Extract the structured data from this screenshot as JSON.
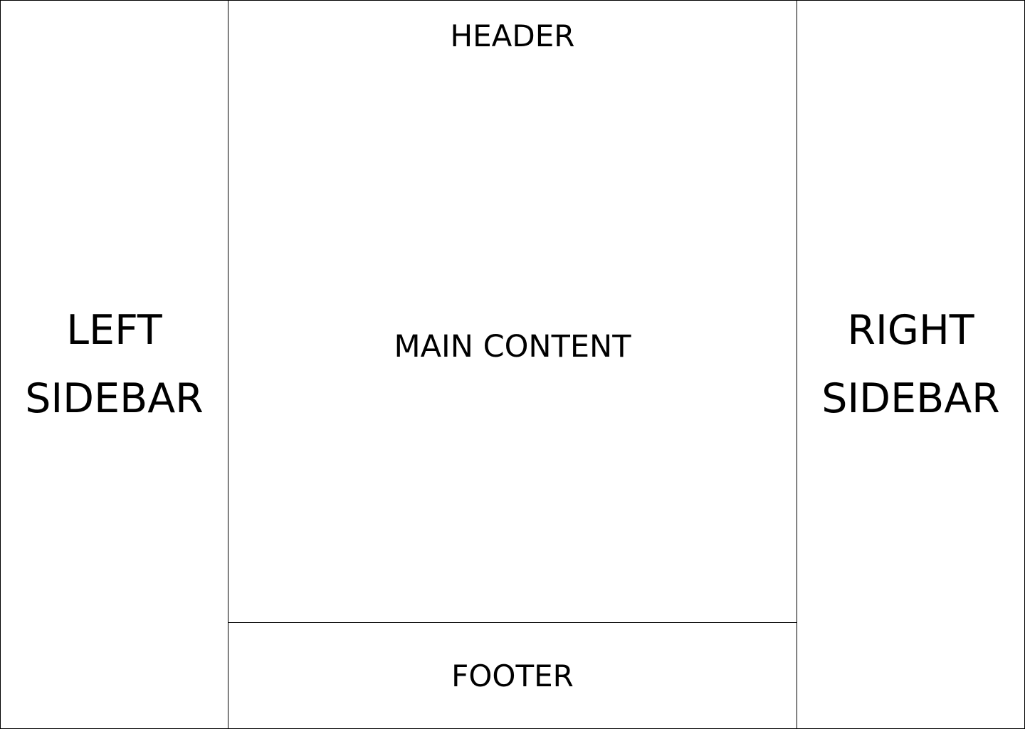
{
  "left_sidebar": {
    "line1": "LEFT",
    "line2": "SIDEBAR"
  },
  "right_sidebar": {
    "line1": "RIGHT",
    "line2": "SIDEBAR"
  },
  "header": {
    "label": "HEADER"
  },
  "main": {
    "label": "MAIN CONTENT"
  },
  "footer": {
    "label": "FOOTER"
  },
  "colors": {
    "border": "#000000",
    "background": "#ffffff",
    "text": "#000000"
  }
}
